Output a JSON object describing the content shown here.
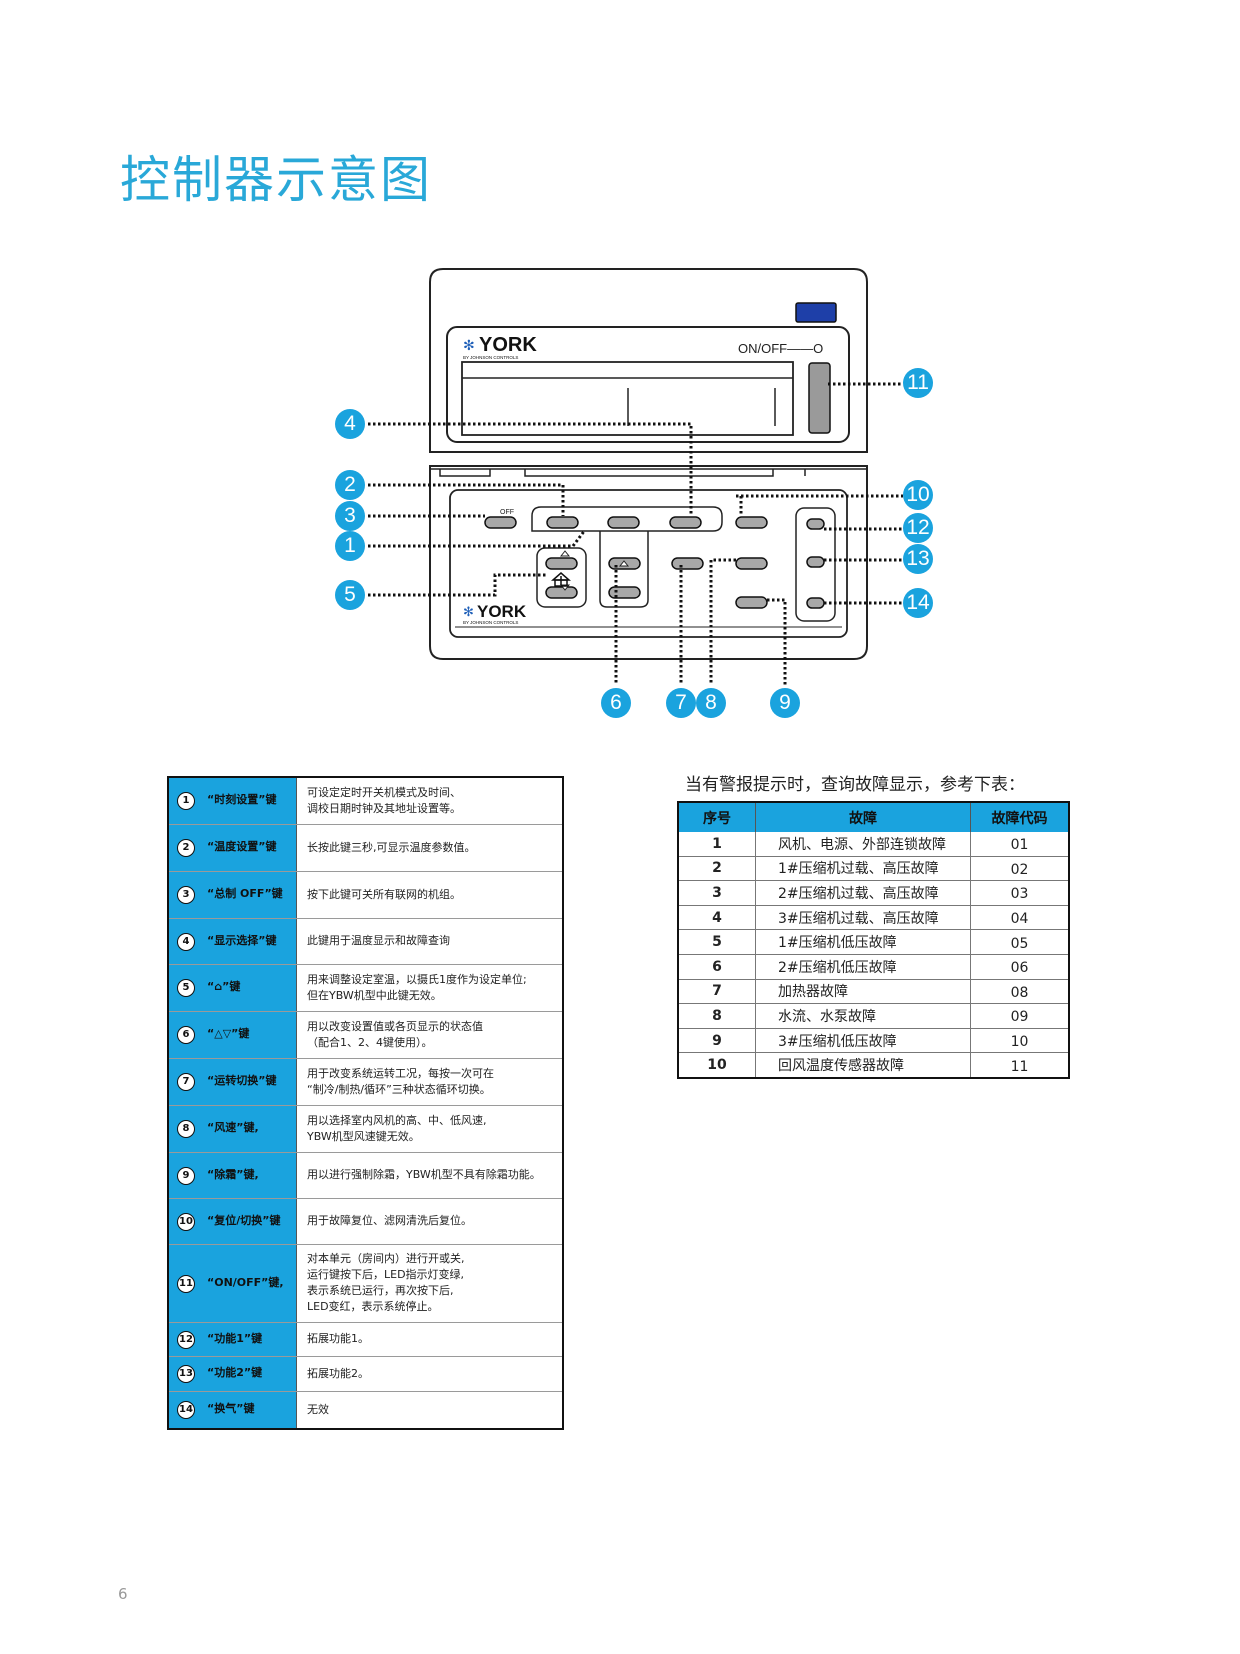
{
  "title": "控制器示意图",
  "controller": {
    "brand": "YORK",
    "brand_sub": "BY JOHNSON CONTROLS",
    "on_off_label": "ON/OFF——O",
    "off_label": "OFF"
  },
  "callouts": [
    "1",
    "2",
    "3",
    "4",
    "5",
    "6",
    "7",
    "8",
    "9",
    "10",
    "11",
    "12",
    "13",
    "14"
  ],
  "key_table": [
    {
      "num": "1",
      "name": "“时刻设置”键",
      "desc": [
        "可设定定时开关机模式及时间、",
        "调校日期时钟及其地址设置等。"
      ]
    },
    {
      "num": "2",
      "name": "“温度设置”键",
      "desc": [
        "长按此键三秒,可显示温度参数值。"
      ]
    },
    {
      "num": "3",
      "name": "“总制 OFF”键",
      "desc": [
        "按下此键可关所有联网的机组。"
      ]
    },
    {
      "num": "4",
      "name": "“显示选择”键",
      "desc": [
        "此键用于温度显示和故障查询"
      ]
    },
    {
      "num": "5",
      "name": "“⌂”键",
      "desc": [
        "用来调整设定室温，以摄氏1度作为设定单位;",
        "但在YBW机型中此键无效。"
      ]
    },
    {
      "num": "6",
      "name": "“△▽”键",
      "desc": [
        "用以改变设置值或各页显示的状态值",
        "（配合1、2、4键使用）。"
      ]
    },
    {
      "num": "7",
      "name": "“运转切换”键",
      "desc": [
        "用于改变系统运转工况，每按一次可在",
        "“制冷/制热/循环”三种状态循环切换。"
      ]
    },
    {
      "num": "8",
      "name": "“风速”键,",
      "desc": [
        "用以选择室内风机的高、中、低风速,",
        "YBW机型风速键无效。"
      ]
    },
    {
      "num": "9",
      "name": "“除霜”键,",
      "desc": [
        "用以进行强制除霜，YBW机型不具有除霜功能。"
      ]
    },
    {
      "num": "10",
      "name": "“复位/切换”键",
      "desc": [
        "用于故障复位、滤网清洗后复位。"
      ]
    },
    {
      "num": "11",
      "name": "“ON/OFF”键,",
      "desc": [
        "对本单元（房间内）进行开或关,",
        "运行键按下后，LED指示灯变绿,",
        "表示系统已运行，再次按下后,",
        "LED变红，表示系统停止。"
      ]
    },
    {
      "num": "12",
      "name": "“功能1”键",
      "desc": [
        "拓展功能1。"
      ]
    },
    {
      "num": "13",
      "name": "“功能2”键",
      "desc": [
        "拓展功能2。"
      ]
    },
    {
      "num": "14",
      "name": "“换气”键",
      "desc": [
        "无效"
      ]
    }
  ],
  "fault_intro": "当有警报提示时，查询故障显示，参考下表：",
  "fault_table": {
    "headers": [
      "序号",
      "故障",
      "故障代码"
    ],
    "rows": [
      [
        "1",
        "风机、电源、外部连锁故障",
        "01"
      ],
      [
        "2",
        "1#压缩机过载、高压故障",
        "02"
      ],
      [
        "3",
        "2#压缩机过载、高压故障",
        "03"
      ],
      [
        "4",
        "3#压缩机过载、高压故障",
        "04"
      ],
      [
        "5",
        "1#压缩机低压故障",
        "05"
      ],
      [
        "6",
        "2#压缩机低压故障",
        "06"
      ],
      [
        "7",
        "加热器故障",
        "08"
      ],
      [
        "8",
        "水流、水泵故障",
        "09"
      ],
      [
        "9",
        "3#压缩机低压故障",
        "10"
      ],
      [
        "10",
        "回风温度传感器故障",
        "11"
      ]
    ]
  },
  "page_number": "6",
  "colors": {
    "accent": "#1aa3de",
    "title": "#29a8d8",
    "led": "#1e3fa8"
  }
}
